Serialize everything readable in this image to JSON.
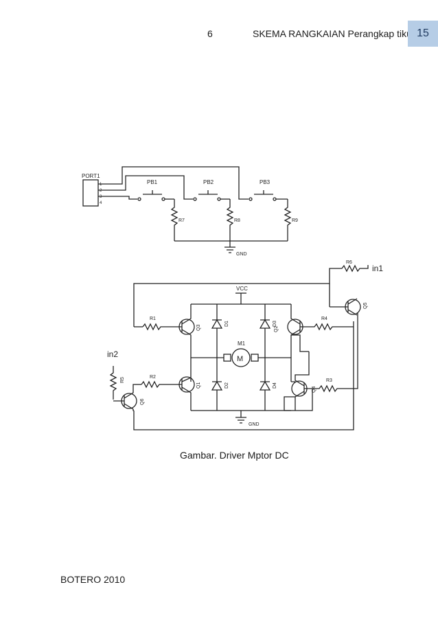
{
  "header": {
    "chapter_number": "6",
    "title": "SKEMA RANGKAIAN Perangkap tikus",
    "page_number": "15"
  },
  "schematic_top": {
    "connector": "PORT1",
    "pins": [
      "1",
      "2",
      "3",
      "4"
    ],
    "buttons": [
      "PB1",
      "PB2",
      "PB3"
    ],
    "resistors": [
      "R7",
      "R8",
      "R9"
    ],
    "ground": "GND"
  },
  "schematic_bottom": {
    "supply": "VCC",
    "motor": "M1",
    "motor_symbol": "M",
    "transistors": [
      "Q3",
      "Q1",
      "Q2",
      "Q4",
      "Q5",
      "Q6"
    ],
    "diodes": [
      "D1",
      "D2",
      "D3",
      "D4"
    ],
    "resistors": [
      "R1",
      "R2",
      "R3",
      "R4",
      "R5",
      "R6"
    ],
    "inputs": [
      "in1",
      "in2"
    ],
    "ground": "GND"
  },
  "caption": "Gambar. Driver Mptor DC",
  "footer": "BOTERO 2010"
}
